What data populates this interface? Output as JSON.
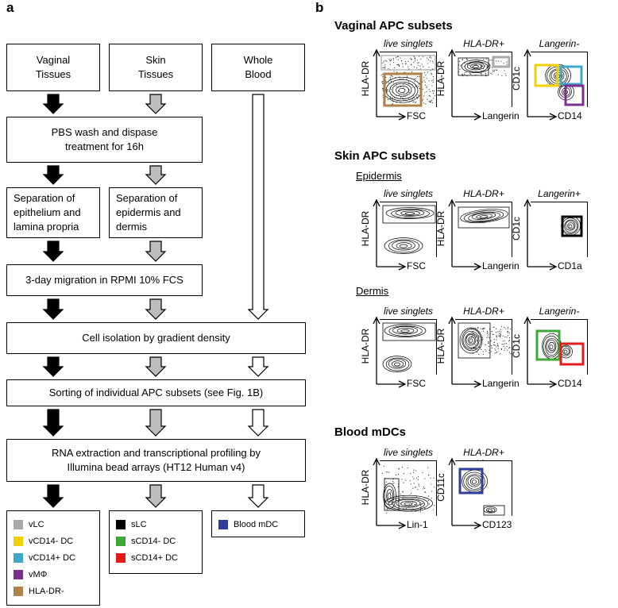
{
  "panel_a": {
    "letter": "a",
    "sources": [
      "Vaginal\nTissues",
      "Skin\nTissues",
      "Whole\nBlood"
    ],
    "steps": {
      "pbs": "PBS wash and dispase\ntreatment for 16h",
      "sep_vaginal": "Separation of\nepithelium and\nlamina propria",
      "sep_skin": "Separation of\nepidermis and\ndermis",
      "migration": "3-day migration in RPMI 10% FCS",
      "isolation": "Cell isolation by gradient density",
      "sorting": "Sorting of individual APC subsets (see Fig. 1B)",
      "rna": "RNA extraction and transcriptional profiling by\nIllumina bead arrays (HT12 Human v4)"
    },
    "legend_vaginal": [
      {
        "label": "vLC",
        "color": "#a9a9a9"
      },
      {
        "label": "vCD14- DC",
        "color": "#f5d000"
      },
      {
        "label": "vCD14+ DC",
        "color": "#3fa6c9"
      },
      {
        "label": "vMΦ",
        "color": "#7b2f8e"
      },
      {
        "label": "HLA-DR-",
        "color": "#b0814a"
      }
    ],
    "legend_skin": [
      {
        "label": "sLC",
        "color": "#000000"
      },
      {
        "label": "sCD14- DC",
        "color": "#3aaa35"
      },
      {
        "label": "sCD14+ DC",
        "color": "#e41a1c"
      }
    ],
    "legend_blood": [
      {
        "label": "Blood mDC",
        "color": "#2e3d99"
      }
    ],
    "arrow_colors": {
      "vaginal": "#000000",
      "skin": "#bdbdbd",
      "blood": "#ffffff"
    }
  },
  "panel_b": {
    "letter": "b",
    "vaginal": {
      "title": "Vaginal APC subsets",
      "plots": [
        {
          "title": "live singlets",
          "ylabel": "HLA-DR",
          "xlabel": "FSC"
        },
        {
          "title": "HLA-DR+",
          "ylabel": "HLA-DR",
          "xlabel": "Langerin"
        },
        {
          "title": "Langerin-",
          "ylabel": "CD1c",
          "xlabel": "CD14"
        }
      ]
    },
    "skin": {
      "title": "Skin APC subsets",
      "epidermis": {
        "label": "Epidermis",
        "plots": [
          {
            "title": "live singlets",
            "ylabel": "HLA-DR",
            "xlabel": "FSC"
          },
          {
            "title": "HLA-DR+",
            "ylabel": "HLA-DR",
            "xlabel": "Langerin"
          },
          {
            "title": "Langerin+",
            "ylabel": "CD1c",
            "xlabel": "CD1a"
          }
        ]
      },
      "dermis": {
        "label": "Dermis",
        "plots": [
          {
            "title": "live singlets",
            "ylabel": "HLA-DR",
            "xlabel": "FSC"
          },
          {
            "title": "HLA-DR+",
            "ylabel": "HLA-DR",
            "xlabel": "Langerin"
          },
          {
            "title": "Langerin-",
            "ylabel": "CD1c",
            "xlabel": "CD14"
          }
        ]
      }
    },
    "blood": {
      "title": "Blood mDCs",
      "plots": [
        {
          "title": "live singlets",
          "ylabel": "HLA-DR",
          "xlabel": "Lin-1"
        },
        {
          "title": "HLA-DR+ Lin-",
          "ylabel": "CD11c",
          "xlabel": "CD123"
        }
      ]
    }
  }
}
